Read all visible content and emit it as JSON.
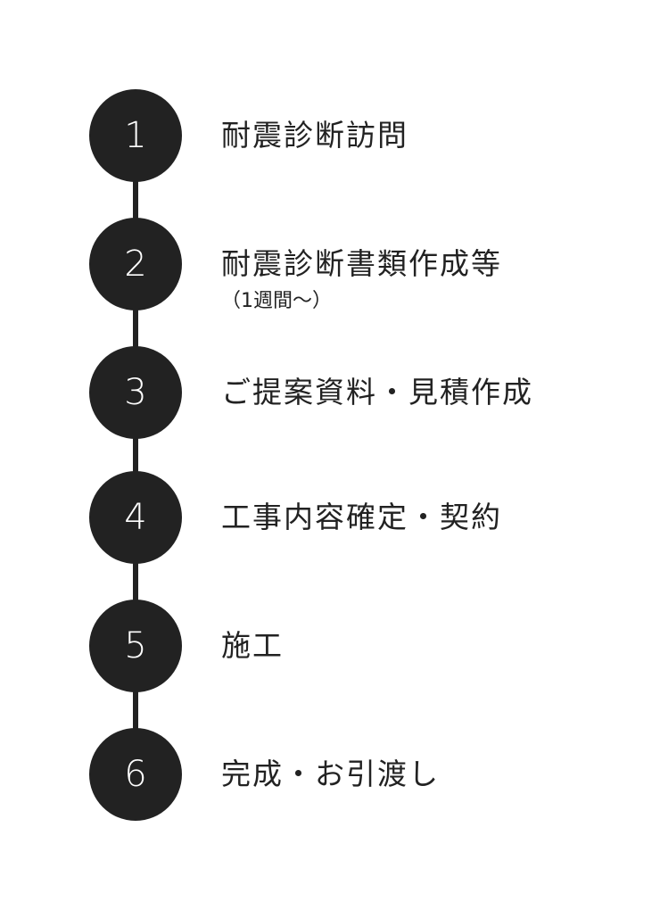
{
  "steps": [
    {
      "number": "1",
      "title": "耐震診断訪問",
      "note": ""
    },
    {
      "number": "2",
      "title": "耐震診断書類作成等",
      "note": "（1週間～）"
    },
    {
      "number": "3",
      "title": "ご提案資料・見積作成",
      "note": ""
    },
    {
      "number": "4",
      "title": "工事内容確定・契約",
      "note": ""
    },
    {
      "number": "5",
      "title": "施工",
      "note": ""
    },
    {
      "number": "6",
      "title": "完成・お引渡し",
      "note": ""
    }
  ],
  "colors": {
    "circle": "#222222",
    "circle_text": "#ffffff",
    "text": "#222222",
    "background": "#ffffff"
  }
}
